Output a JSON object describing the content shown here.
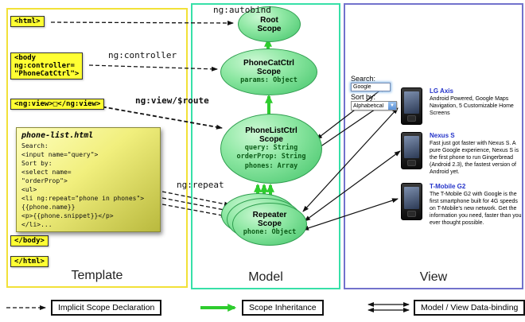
{
  "panels": {
    "template": {
      "label": "Template"
    },
    "model": {
      "label": "Model"
    },
    "view": {
      "label": "View"
    }
  },
  "template": {
    "html_open": "<html>",
    "body_open": "<body\nng:controller=\n\"PhoneCatCtrl\">",
    "ng_view": "<ng:view>□</ng:view>",
    "body_close": "</body>",
    "html_close": "</html>",
    "note": {
      "title": "phone-list.html",
      "lines": [
        "Search:",
        "<input name=\"query\">",
        "Sort by:",
        "<select name=",
        "\"orderProp\">",
        "<ul>",
        "<li ng:repeat=\"phone in phones\">",
        "{{phone.name}}",
        "<p>{{phone.snippet}}</p>",
        "</li>..."
      ]
    }
  },
  "arrow_labels": {
    "autobind": "ng:autobind",
    "controller": "ng:controller",
    "view_route": "ng:view/$route",
    "repeat": "ng:repeat"
  },
  "model": {
    "root": {
      "title": "Root\nScope"
    },
    "phonecat": {
      "title": "PhoneCatCtrl\nScope",
      "prop": "params: Object"
    },
    "phonelist": {
      "title": "PhoneListCtrl\nScope",
      "props": "query: String\norderProp: String\nphones: Array"
    },
    "repeater": {
      "title": "Repeater\nScope",
      "prop": "phone: Object"
    }
  },
  "view": {
    "search_label": "Search:",
    "search_value": "Google",
    "sort_label": "Sort by:",
    "sort_value": "Alphabetical",
    "phones": [
      {
        "name": "LG Axis",
        "desc": "Android Powered, Google Maps Navigation, 5 Customizable Home Screens"
      },
      {
        "name": "Nexus S",
        "desc": "Fast just got faster with Nexus S. A pure Google experience, Nexus S is the first phone to run Gingerbread (Android 2.3), the fastest version of Android yet."
      },
      {
        "name": "T-Mobile G2",
        "desc": "The T-Mobile G2 with Google is the first smartphone built for 4G speeds on T-Mobile's new network. Get the information you need, faster than you ever thought possible."
      }
    ]
  },
  "legend": {
    "implicit": "Implicit Scope Declaration",
    "inheritance": "Scope Inheritance",
    "binding": "Model / View Data-binding"
  },
  "colors": {
    "template_border": "#f2e138",
    "model_border": "#37e0a8",
    "view_border": "#7272cc",
    "scope_fill": "#41c368",
    "inherit_arrow": "#2ecc2e",
    "tag_yellow": "#ffff33"
  }
}
